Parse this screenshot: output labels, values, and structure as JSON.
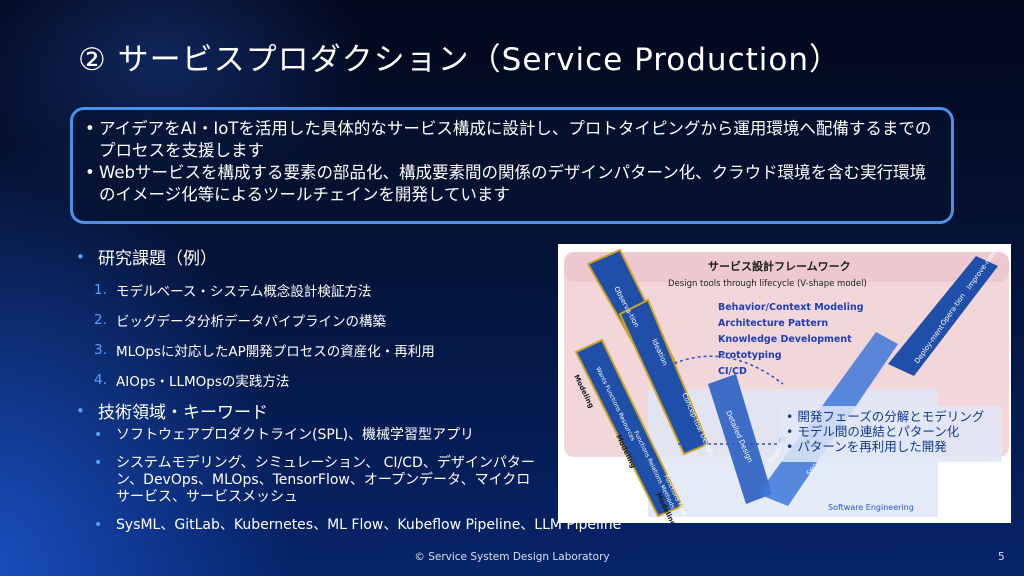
{
  "slide": {
    "title": "② サービスプロダクション（Service Production）",
    "summary": [
      "アイデアをAI・IoTを活用した具体的なサービス構成に設計し、プロトタイピングから運用環境へ配備するまでのプロセスを支援します",
      "Webサービスを構成する要素の部品化、構成要素間の関係のデザインパターン化、クラウド環境を含む実行環境のイメージ化等によるツールチェインを開発しています"
    ],
    "research": {
      "heading": "研究課題（例）",
      "items": [
        {
          "num": "1.",
          "text": "モデルベース・システム概念設計検証方法"
        },
        {
          "num": "2.",
          "text": "ビッグデータ分析データパイプラインの構築"
        },
        {
          "num": "3.",
          "text": "MLOpsに対応したAP開発プロセスの資産化・再利用"
        },
        {
          "num": "4.",
          "text": "AIOps・LLMOpsの実践方法"
        }
      ]
    },
    "tech": {
      "heading": "技術領域・キーワード",
      "items": [
        "ソフトウェアプロダクトライン(SPL)、機械学習型アプリ",
        "システムモデリング、シミュレーション、 CI/CD、デザインパターン、DevOps、MLOps、TensorFlow、オープンデータ、マイクロサービス、サービスメッシュ",
        "SysML、GitLab、Kubernetes、ML Flow、Kubeflow Pipeline、LLM Pipeline"
      ]
    },
    "footer": "© Service System Design Laboratory",
    "page": "5"
  },
  "figure": {
    "title": "サービス設計フレームワーク",
    "subtitle": "Design tools through lifecycle (V-shape model)",
    "bullets": [
      "Behavior/Context Modeling",
      "Architecture Pattern",
      "Knowledge Development",
      "Prototyping",
      "CI/CD"
    ],
    "left_arrows": [
      "Observa-tion",
      "Ideation",
      "Concep-tual Design"
    ],
    "mid_arrows": [
      "Wants Functions Resources",
      "Functions Relations Methods",
      "Functions Modular Process"
    ],
    "modeling_labels": [
      "Modeling",
      "Modeling",
      "Modeling"
    ],
    "right_arrows": [
      "Deploy-ment",
      "Opera-tion",
      "Improve-ment"
    ],
    "bottom_labels": [
      "Detailed Design",
      "Implemen-tation",
      "Service Test"
    ],
    "bottom_bar": "Software Engineering",
    "callout": [
      "開発フェーズの分解とモデリング",
      "モデル間の連結とパターン化",
      "パターンを再利用した開発"
    ],
    "colors": {
      "arrow_blue": "#1f4fa8",
      "arrow_gold": "#c9a227",
      "bg_pink": "#f3d6da",
      "accent": "#2a55c8"
    }
  }
}
